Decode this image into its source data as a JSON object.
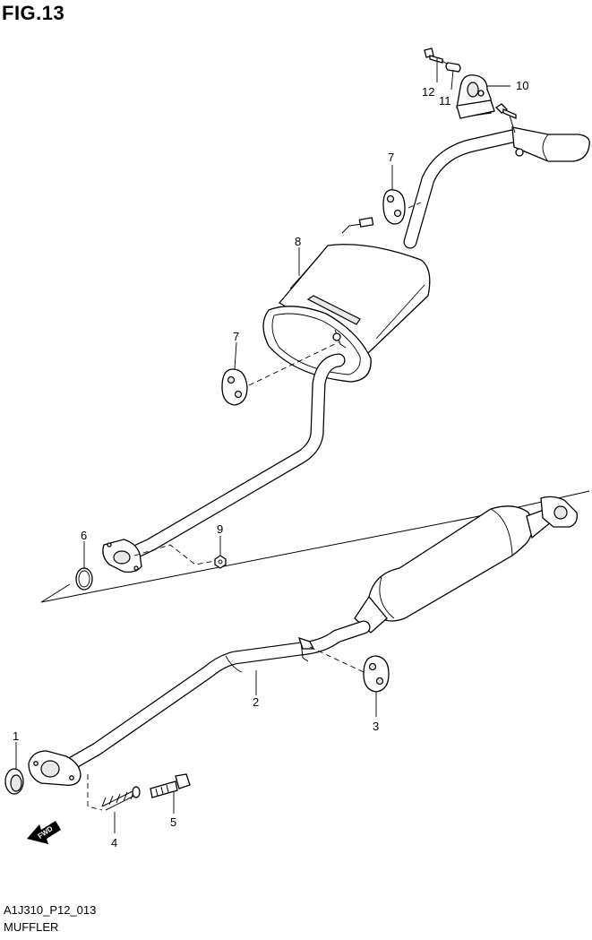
{
  "figure": {
    "title": "FIG.13",
    "drawing_code": "A1J310_P12_013",
    "name": "MUFFLER",
    "fwd_label": "FWD"
  },
  "callouts": {
    "c1": "1",
    "c2": "2",
    "c3": "3",
    "c4": "4",
    "c5": "5",
    "c6": "6",
    "c7a": "7",
    "c7b": "7",
    "c8": "8",
    "c9": "9",
    "c10": "10",
    "c11": "11",
    "c12": "12"
  }
}
